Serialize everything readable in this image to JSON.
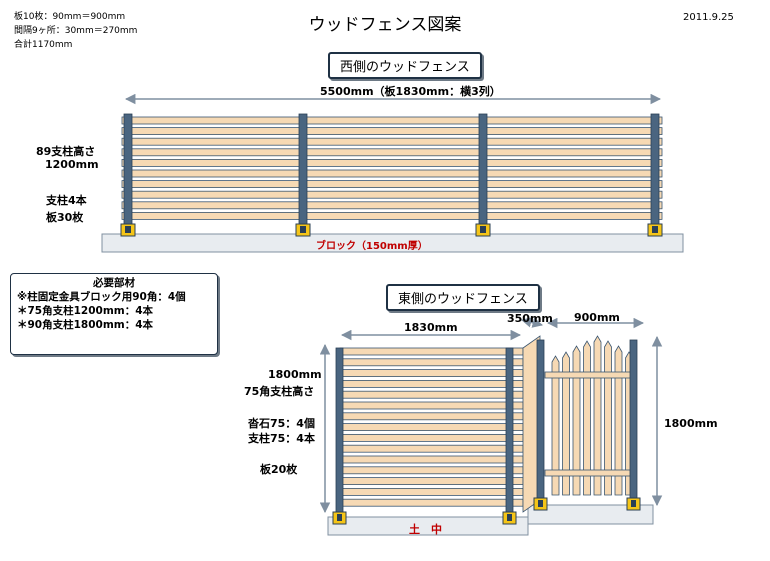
{
  "notes": [
    "板10枚：90mm＝900mm",
    "間隔9ヶ所：30mm＝270mm",
    "合計1170mm"
  ],
  "title": "ウッドフェンス図案",
  "date": "2011.9.25",
  "west": {
    "label": "西側のウッドフェンス",
    "width_dim": "5500mm（板1830mm：横3列）",
    "post_height": [
      "89支柱高さ",
      "1200mm"
    ],
    "post_count": [
      "支柱4本",
      "板30枚"
    ],
    "block_label": "ブロック（150mm厚）"
  },
  "parts": {
    "heading": "必要部材",
    "items": [
      "※柱固定金具ブロック用90角：4個",
      "＊75角支柱1200mm：4本",
      "＊90角支柱1800mm：4本"
    ]
  },
  "east": {
    "label": "東側のウッドフェンス",
    "dim_a": "1830mm",
    "dim_b": "350mm",
    "dim_c": "900mm",
    "height_left": [
      "1800mm",
      "75角支柱高さ"
    ],
    "stones": [
      "沓石75：4個",
      "支柱75：4本"
    ],
    "boards": "板20枚",
    "height_right": "1800mm",
    "ground_label": "土　中"
  },
  "colors": {
    "board": "#f6d9b4",
    "post": "#4a6580",
    "block": "#e8ecf0",
    "foot": "#f5c518",
    "arrow": "#7f8fa0"
  }
}
